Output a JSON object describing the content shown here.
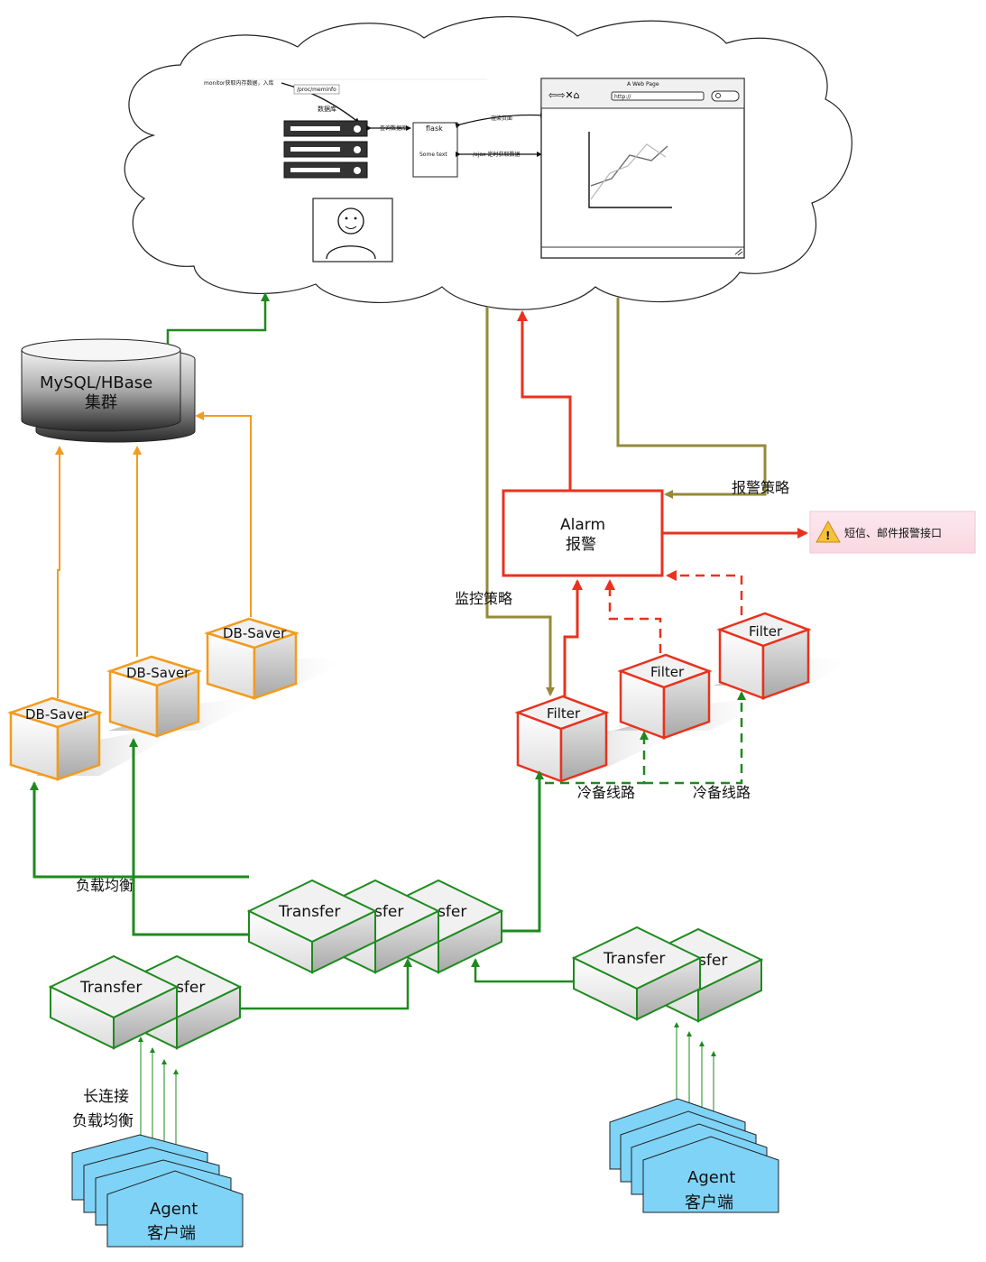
{
  "cloud": {
    "monitor_text": "monitor获取内存数据，入库",
    "proc_label": "/proc/meminfo",
    "db_label": "数据库",
    "query_label": "查询数据库",
    "flask_label": "flask",
    "flask_sub": "Some text",
    "render_label": "渲染页面",
    "ajax_label": "/ajax 定时获取数据",
    "webpage_title": "A Web Page",
    "url_text": "http://"
  },
  "db_cluster": {
    "line1": "MySQL/HBase",
    "line2": "集群"
  },
  "db_savers": [
    "DB-Saver",
    "DB-Saver",
    "DB-Saver"
  ],
  "filters": [
    "Filter",
    "Filter",
    "Filter"
  ],
  "alarm": {
    "line1": "Alarm",
    "line2": "报警"
  },
  "sms": {
    "label": "短信、邮件报警接口"
  },
  "edge_labels": {
    "alarm_policy": "报警策略",
    "monitor_policy": "监控策略",
    "cold_backup_1": "冷备线路",
    "cold_backup_2": "冷备线路",
    "load_balance": "负载均衡",
    "long_conn_1": "长连接",
    "long_conn_2": "负载均衡"
  },
  "transfer_groups": {
    "center": [
      "Transfer",
      "Transfer",
      "Transfer"
    ],
    "left": [
      "Transfer",
      "Transfer"
    ],
    "right": [
      "Transfer",
      "Transfer"
    ]
  },
  "agents": {
    "left": {
      "line1": "Agent",
      "line2": "客户端"
    },
    "right": {
      "line1": "Agent",
      "line2": "客户端"
    }
  },
  "colors": {
    "green": "#1e8a1e",
    "orange": "#f29b1e",
    "red": "#e8321e",
    "olive": "#948a3a",
    "agent_fill": "#7fd3f7"
  }
}
